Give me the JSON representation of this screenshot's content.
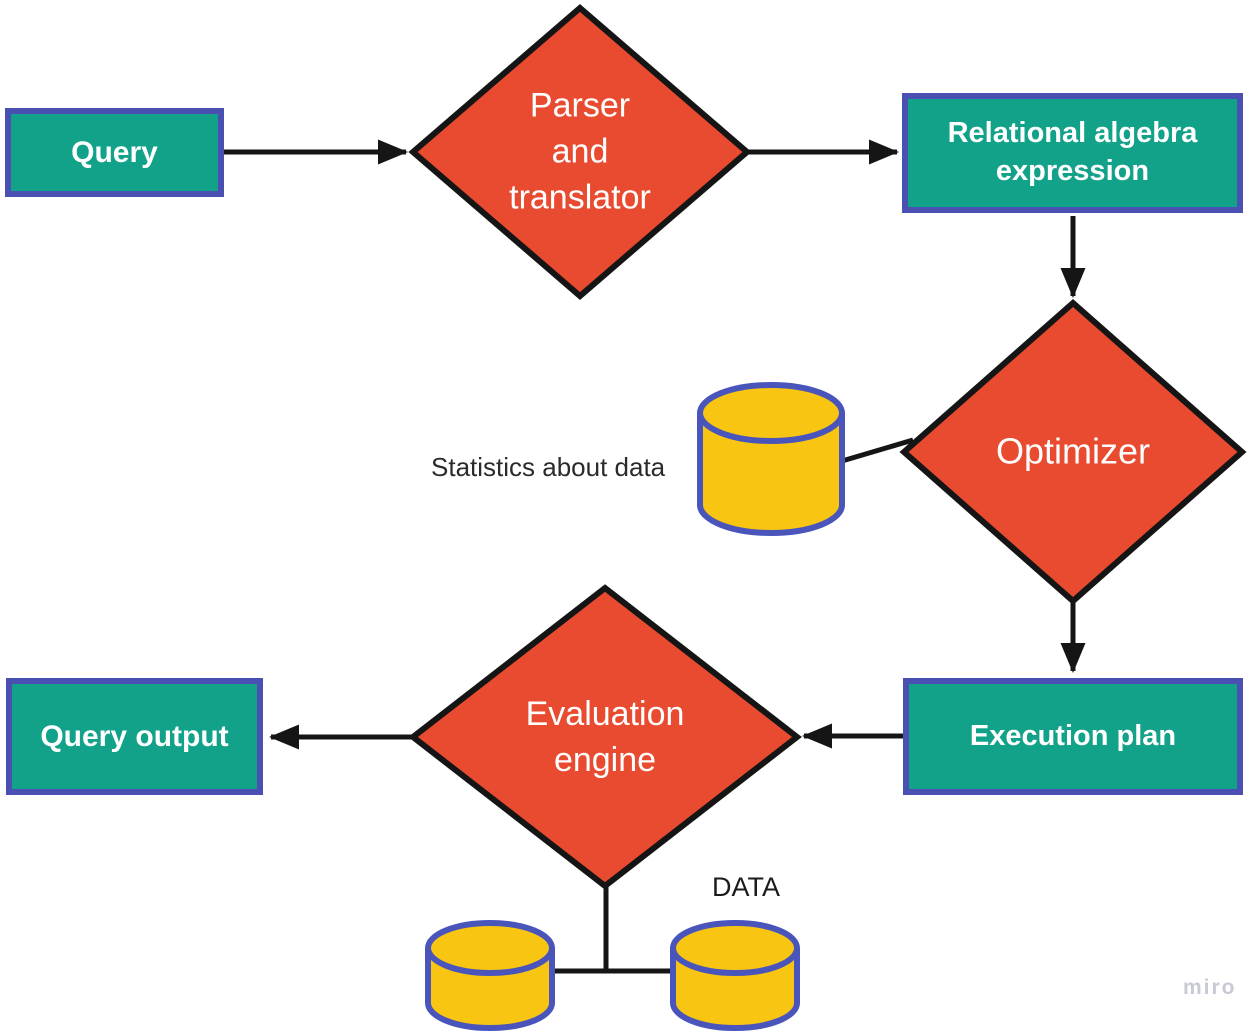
{
  "colors": {
    "green": "#12A28A",
    "purple": "#4A50B2",
    "red": "#E84B2F",
    "yellow": "#F8C512",
    "cylblue": "#4A55BC",
    "ink": "#151515",
    "textdark": "#2B2B2B",
    "watermark": "#C7C9D4"
  },
  "nodes": {
    "query": {
      "label": "Query"
    },
    "parser": {
      "label": "Parser\nand\ntranslator"
    },
    "relational_algebra": {
      "label": "Relational algebra\nexpression"
    },
    "optimizer": {
      "label": "Optimizer"
    },
    "execution_plan": {
      "label": "Execution plan"
    },
    "evaluation_engine": {
      "label": "Evaluation\nengine"
    },
    "query_output": {
      "label": "Query output"
    },
    "statistics": {
      "label": "Statistics about data"
    },
    "data_store": {
      "label": "DATA"
    }
  },
  "watermark": "miro"
}
